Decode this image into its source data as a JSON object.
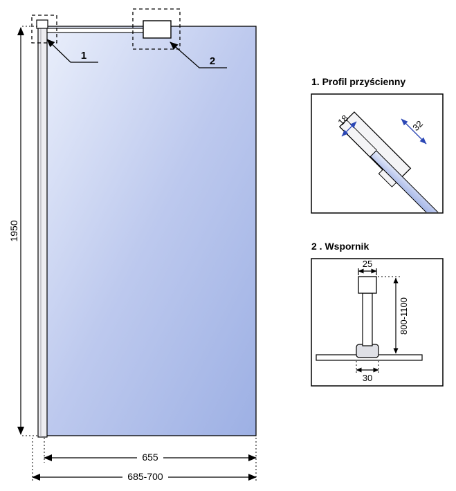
{
  "main": {
    "callout1_label": "1",
    "callout2_label": "2",
    "dim_height": "1950",
    "dim_glass_width": "655",
    "dim_total_width": "685-700"
  },
  "detail1": {
    "title": "1.  Profil przyścienny",
    "dim_depth": "18",
    "dim_width": "32"
  },
  "detail2": {
    "title": "2 .  Wspornik",
    "dim_top_width": "25",
    "dim_height_range": "800-1100",
    "dim_foot_width": "30"
  },
  "colors": {
    "glass_light": "#eaeffb",
    "glass_mid": "#bdc9ee",
    "glass_dark": "#9db0e4",
    "profile_fill": "#ededf1",
    "accent_arrow": "#2b47b5",
    "line": "#000000"
  }
}
